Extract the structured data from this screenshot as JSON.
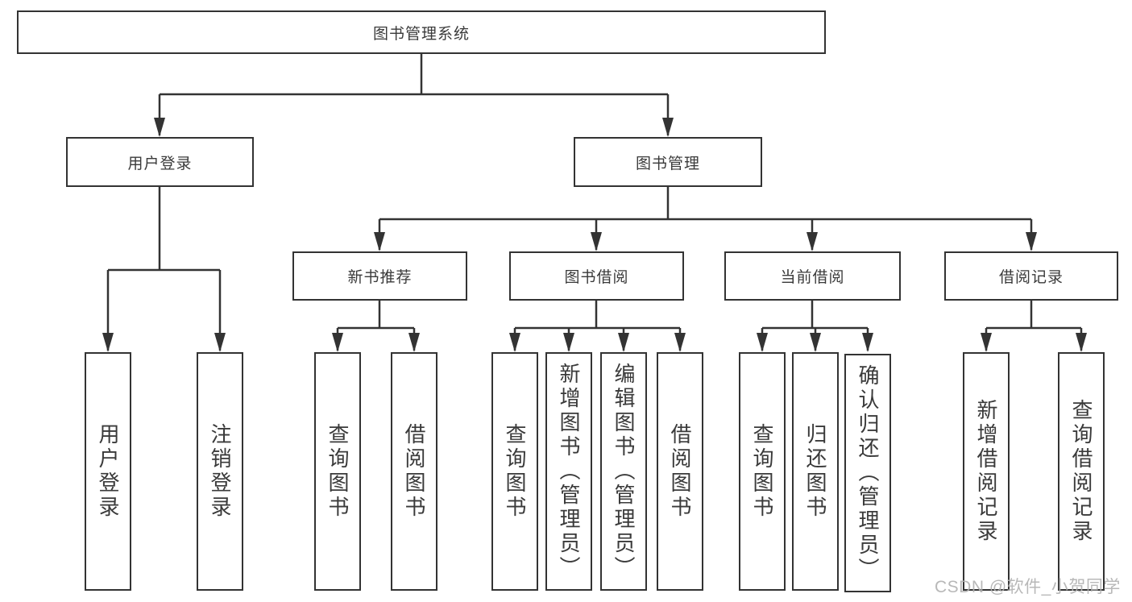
{
  "tree": {
    "label": "图书管理系统",
    "children": [
      {
        "label": "用户登录",
        "children": [
          {
            "label": "用户登录"
          },
          {
            "label": "注销登录"
          }
        ]
      },
      {
        "label": "图书管理",
        "children": [
          {
            "label": "新书推荐",
            "children": [
              {
                "label": "查询图书"
              },
              {
                "label": "借阅图书"
              }
            ]
          },
          {
            "label": "图书借阅",
            "children": [
              {
                "label": "查询图书"
              },
              {
                "label": "新增图书（管理员）"
              },
              {
                "label": "编辑图书（管理员）"
              },
              {
                "label": "借阅图书"
              }
            ]
          },
          {
            "label": "当前借阅",
            "children": [
              {
                "label": "查询图书"
              },
              {
                "label": "归还图书"
              },
              {
                "label": "确认归还（管理员）"
              }
            ]
          },
          {
            "label": "借阅记录",
            "children": [
              {
                "label": "新增借阅记录"
              },
              {
                "label": "查询借阅记录"
              }
            ]
          }
        ]
      }
    ]
  },
  "watermark": {
    "text": "CSDN @软件_小贺同学"
  },
  "colors": {
    "line": "#333333",
    "box_border": "#333333",
    "text": "#3a3a3a",
    "watermark": "#b0b0b0",
    "background": "#ffffff"
  }
}
